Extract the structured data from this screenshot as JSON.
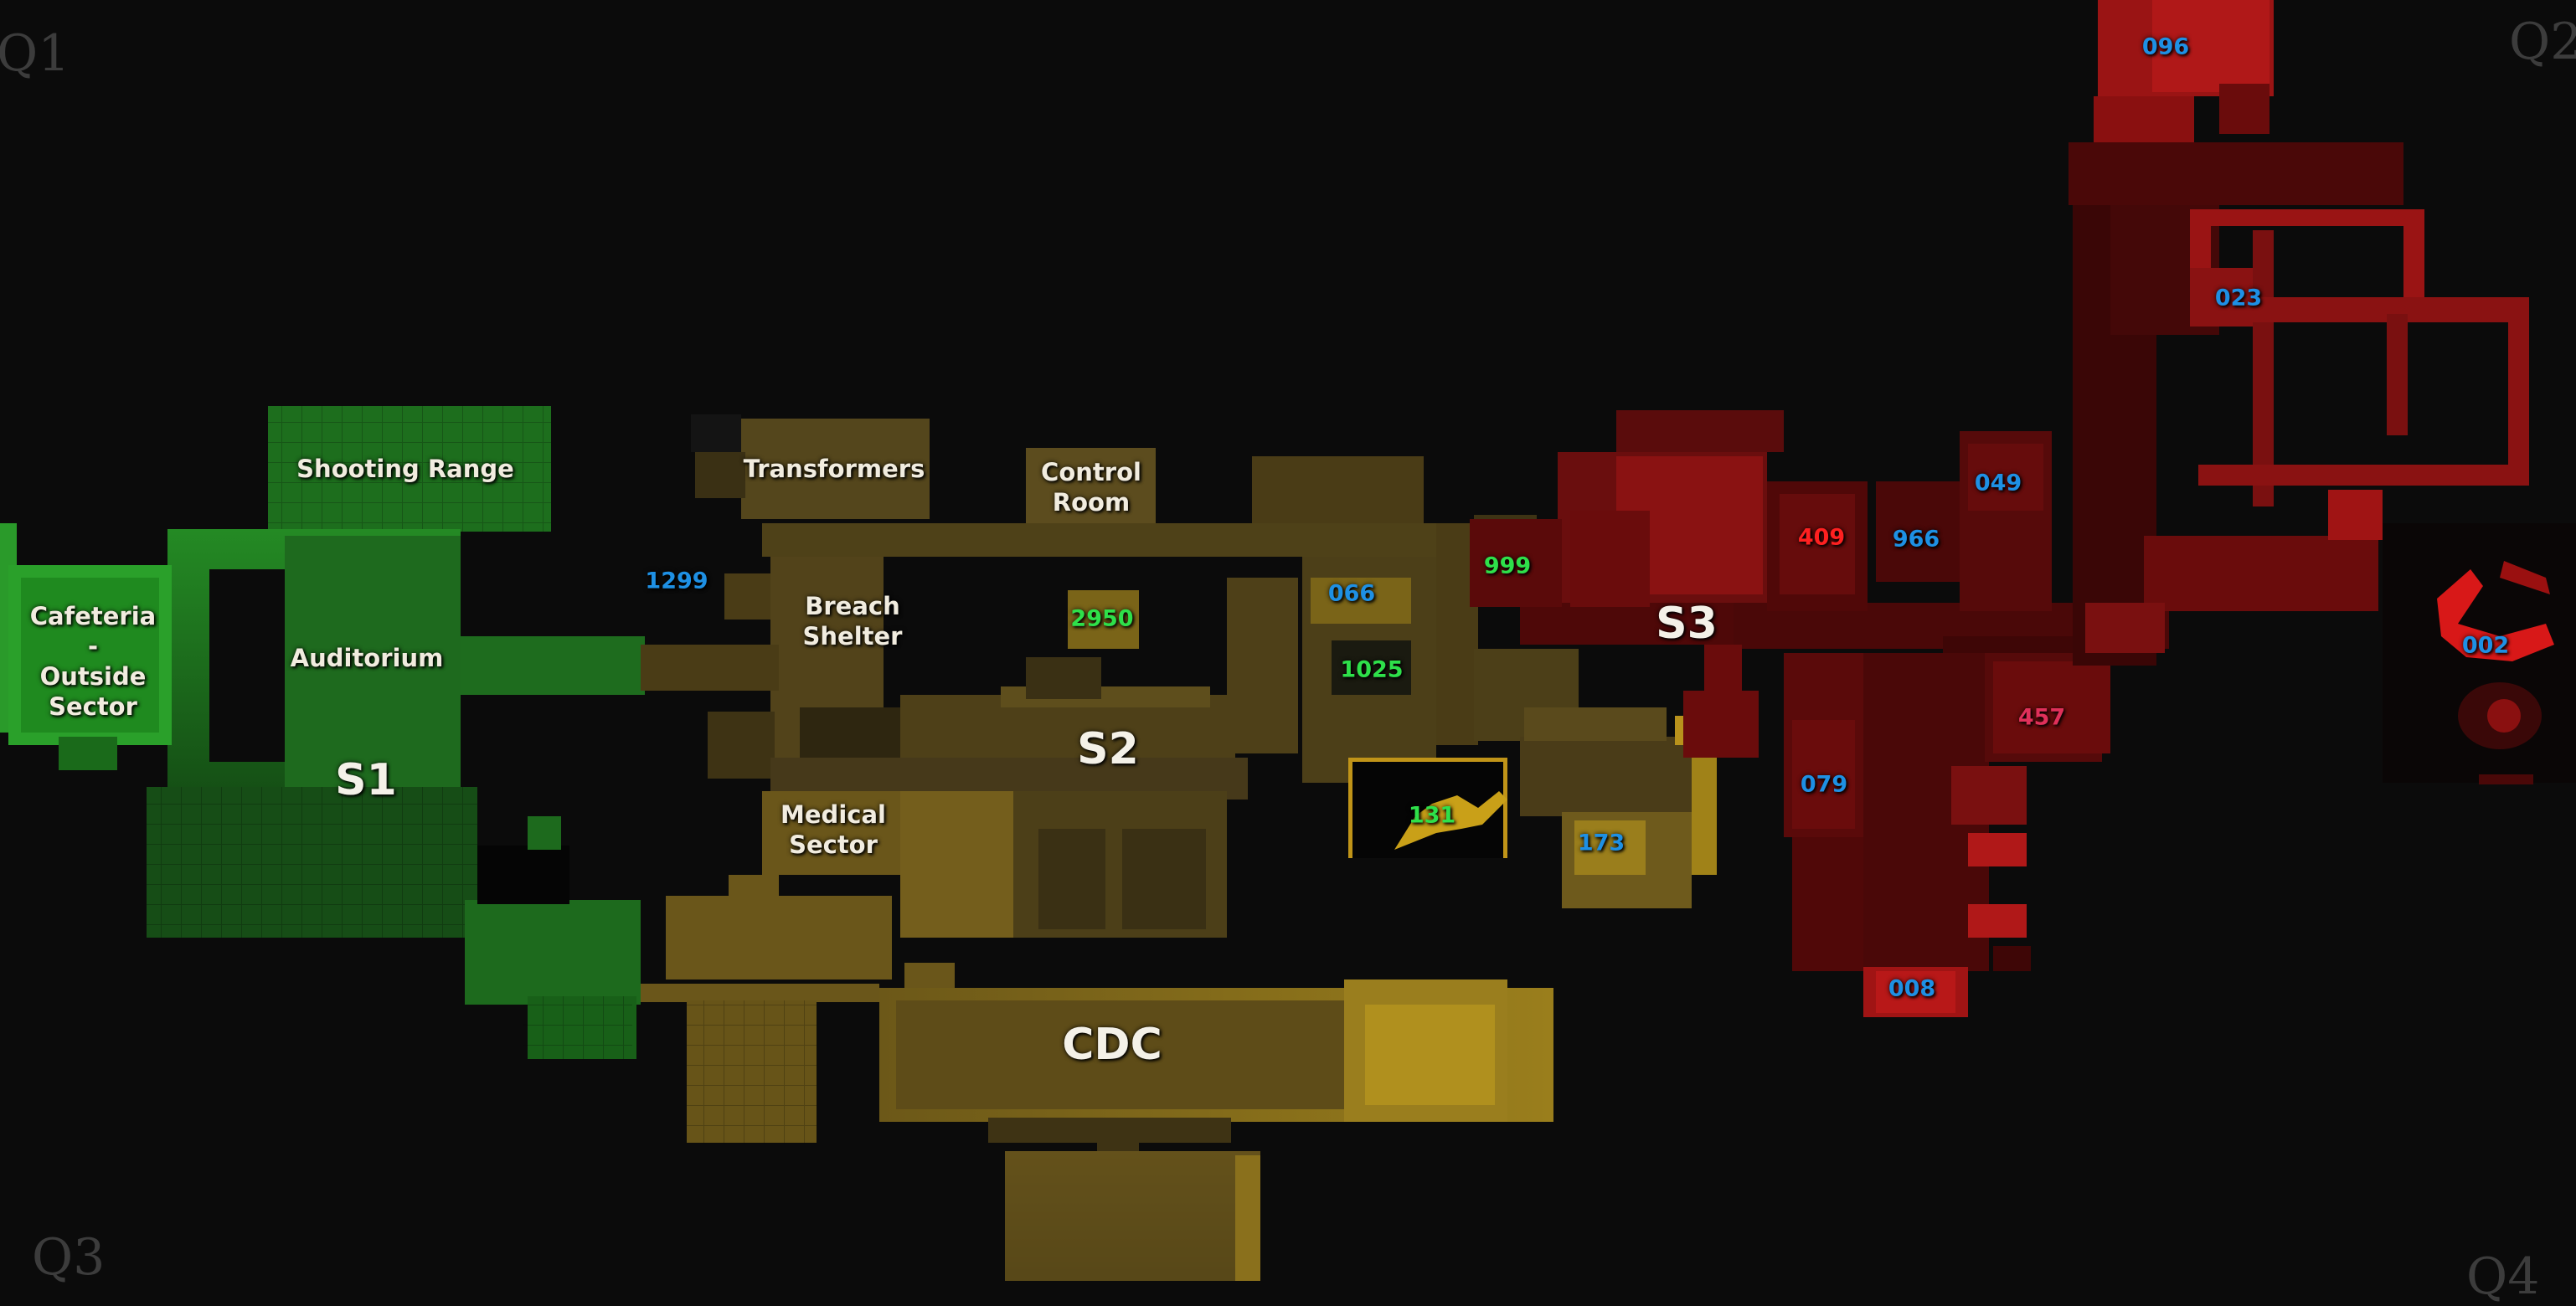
{
  "corners": {
    "q1": "Q1",
    "q2": "Q2",
    "q3": "Q3",
    "q4": "Q4"
  },
  "sectors": {
    "s1": "S1",
    "s2": "S2",
    "s3": "S3",
    "cdc": "CDC"
  },
  "areas": {
    "shooting_range": "Shooting Range",
    "cafeteria": [
      "Cafeteria",
      "-",
      "Outside",
      "Sector"
    ],
    "auditorium": "Auditorium",
    "transformers": "Transformers",
    "control_room": [
      "Control",
      "Room"
    ],
    "breach_shelter": [
      "Breach",
      "Shelter"
    ],
    "medical_sector": [
      "Medical",
      "Sector"
    ]
  },
  "scps": {
    "s1299": "1299",
    "s2950": "2950",
    "s066": "066",
    "s1025": "1025",
    "s999": "999",
    "s131": "131",
    "s173": "173",
    "s409": "409",
    "s966": "966",
    "s049": "049",
    "s023": "023",
    "s096": "096",
    "s002": "002",
    "s457": "457",
    "s079": "079",
    "s008": "008"
  },
  "colors": {
    "background": "#0b0b0b",
    "light_zone": "#1f6e1f",
    "heavy_zone": "#6e5a1c",
    "entrance_zone": "#6a0c0c",
    "scp_blue": "#1e90e4",
    "scp_green": "#2ee04a",
    "scp_red": "#ff2020",
    "scp_pink": "#e0305a"
  }
}
